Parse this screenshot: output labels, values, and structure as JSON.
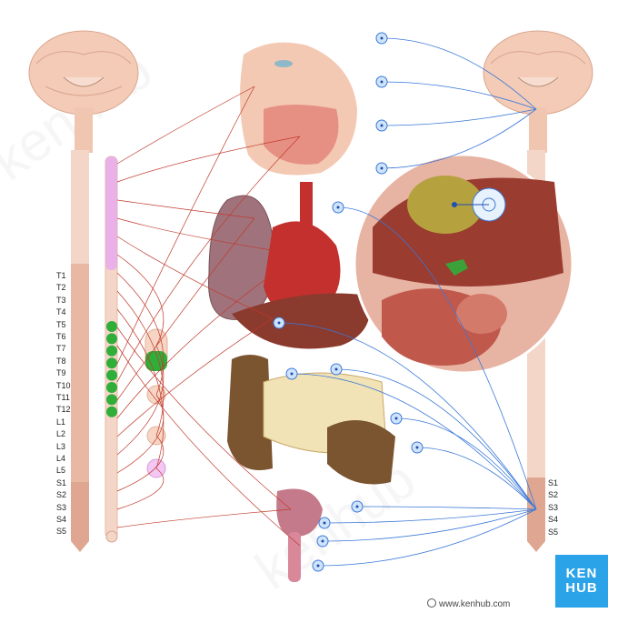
{
  "left_labels": [
    "T1",
    "T2",
    "T3",
    "T4",
    "T5",
    "T6",
    "T7",
    "T8",
    "T9",
    "T10",
    "T11",
    "T12",
    "L1",
    "L2",
    "L3",
    "L4",
    "L5",
    "S1",
    "S2",
    "S3",
    "S4",
    "S5"
  ],
  "right_labels": [
    "S1",
    "S2",
    "S3",
    "S4",
    "S5"
  ],
  "logo": {
    "line1": "KEN",
    "line2": "HUB"
  },
  "credit": "www.kenhub.com",
  "colors": {
    "sympathetic": "#c0392b",
    "parasympathetic": "#3a78d8",
    "ganglion_blue": "#cfe4fb",
    "thoracic_green": "#2fae3a",
    "cervical_pink": "#e6a8f0",
    "cord": "#f0c6b0"
  }
}
